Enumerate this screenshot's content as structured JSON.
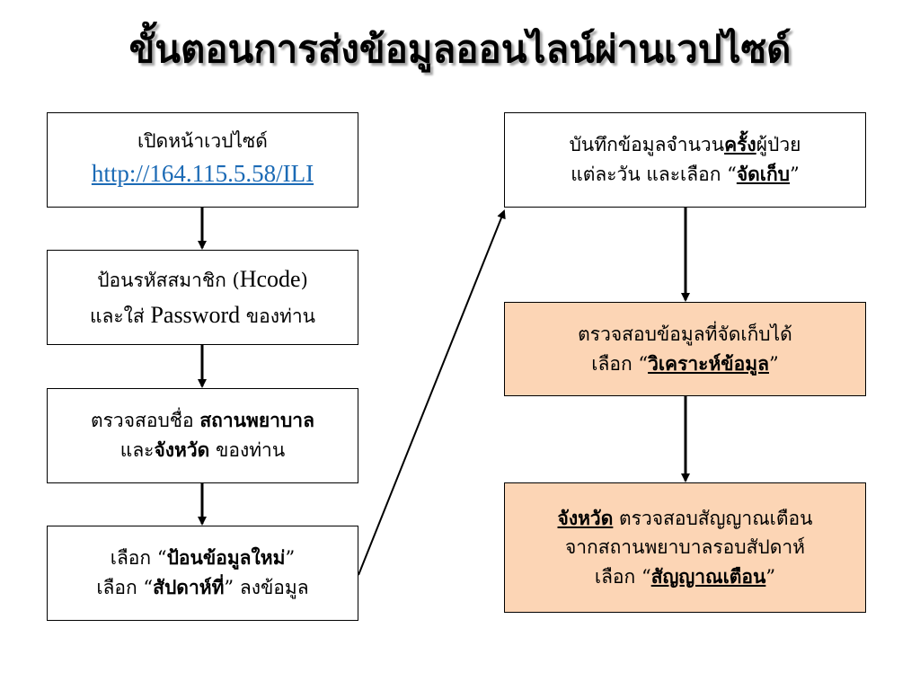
{
  "title": "ขั้นตอนการส่งข้อมูลออนไลน์ผ่านเวปไซด์",
  "steps": {
    "open_site": {
      "line1": "เปิดหน้าเวปไซด์",
      "url": "http://164.115.5.58/ILI"
    },
    "login": {
      "line1_pre": "ป้อนรหัสสมาชิก (",
      "line1_en": "Hcode",
      "line1_post": ")",
      "line2_pre": "และใส่ ",
      "line2_en": "Password",
      "line2_post": " ของท่าน"
    },
    "verify_name": {
      "line1_pre": "ตรวจสอบชื่อ ",
      "line1_bold": "สถานพยาบาล",
      "line2_pre": "และ",
      "line2_bold": "จังหวัด",
      "line2_post": " ของท่าน"
    },
    "new_data": {
      "line1_pre": "เลือก “",
      "line1_bold": "ป้อนข้อมูลใหม่",
      "line1_post": "”",
      "line2_pre": "เลือก “",
      "line2_bold": "สัปดาห์ที่",
      "line2_post": "” ลงข้อมูล"
    },
    "record": {
      "line1_pre": "บันทึกข้อมูลจำนวน",
      "line1_bold": "ครั้ง",
      "line1_post": "ผู้ป่วย",
      "line2_pre": "แต่ละวัน และเลือก “",
      "line2_bold": "จัดเก็บ",
      "line2_post": "”"
    },
    "analyze": {
      "line1": "ตรวจสอบข้อมูลที่จัดเก็บได้",
      "line2_pre": "เลือก “",
      "line2_bold": "วิเคราะห์ข้อมูล",
      "line2_post": "”"
    },
    "alert": {
      "line1_bold": "จังหวัด",
      "line1_post": " ตรวจสอบสัญญาณเตือน",
      "line2": "จากสถานพยาบาลรอบสัปดาห์",
      "line3_pre": "เลือก “",
      "line3_bold": "สัญญาณเตือน",
      "line3_post": "”"
    }
  },
  "colors": {
    "highlight_box": "#fcd5b5",
    "link": "#1b6ab5",
    "title_shadow": "#a8a8a8"
  }
}
